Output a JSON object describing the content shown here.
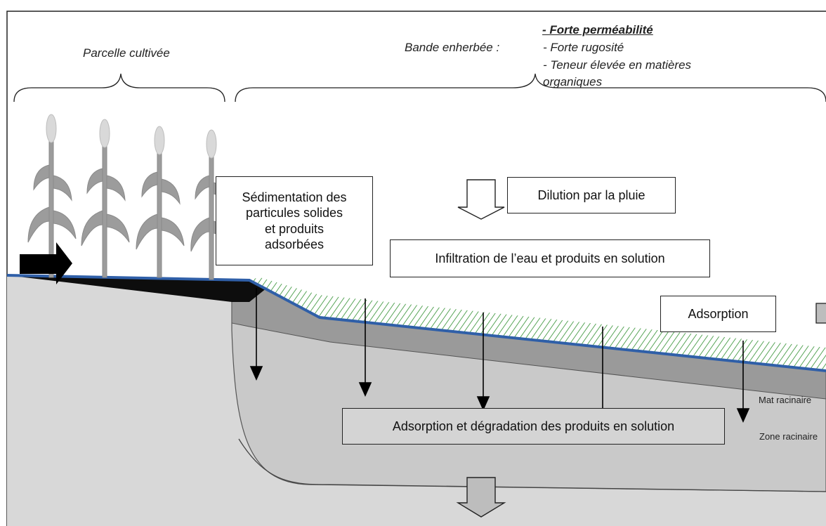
{
  "header": {
    "parcel_label": "Parcelle cultivée",
    "strip_label": "Bande enherbée :",
    "properties": [
      "- Forte perméabilité",
      "- Forte rugosité",
      "- Teneur élevée en matières",
      "organiques"
    ]
  },
  "boxes": {
    "sedimentation": [
      "Sédimentation des",
      "particules solides",
      "et produits",
      "adsorbées"
    ],
    "dilution": "Dilution par la pluie",
    "infiltration": "Infiltration de l’eau et produits en solution",
    "adsorption": "Adsorption",
    "adsorption_degradation": "Adsorption et dégradation des produits en solution"
  },
  "zones": {
    "root_mat": "Mat racinaire",
    "root_zone": "Zone racinaire"
  },
  "colors": {
    "soil": "#d8d8d8",
    "root_mat": "#9a9a9a",
    "root_zone": "#c8c8c8",
    "water": "#2f5fa8",
    "grass": "#2f8f2f",
    "plant": "#9c9c9c"
  }
}
